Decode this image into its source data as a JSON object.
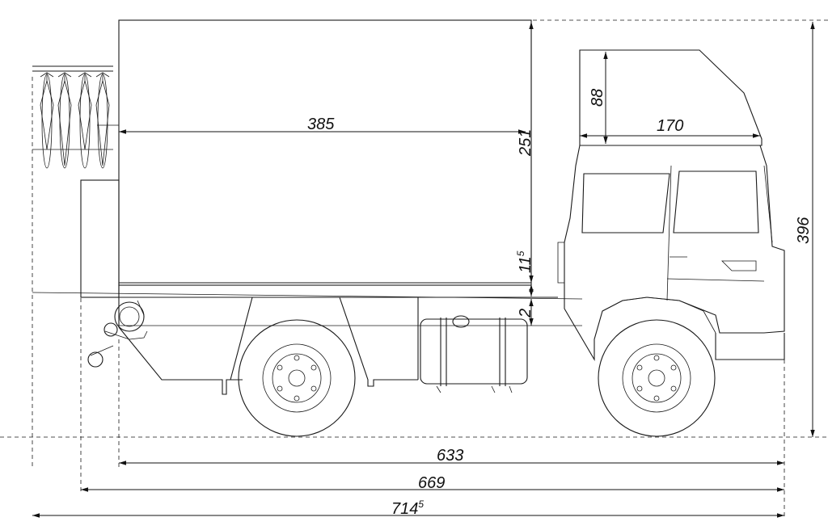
{
  "dimensions": {
    "overall_length": {
      "value": "714",
      "sup": "5"
    },
    "length_with_box": {
      "value": "669"
    },
    "wheelbase_length": {
      "value": "633"
    },
    "body_length": {
      "value": "385"
    },
    "body_height": {
      "value": "251"
    },
    "floor_thickness": {
      "value": "11",
      "sup": "5"
    },
    "floor_gap": {
      "value": "2"
    },
    "overall_height": {
      "value": "396"
    },
    "roof_spoiler_height": {
      "value": "88"
    },
    "roof_spoiler_length": {
      "value": "170"
    }
  },
  "icons": [
    "truck-side-view",
    "bicycle-rack",
    "cargo-box",
    "fuel-tank",
    "wheel",
    "spare-wheel-carrier"
  ]
}
